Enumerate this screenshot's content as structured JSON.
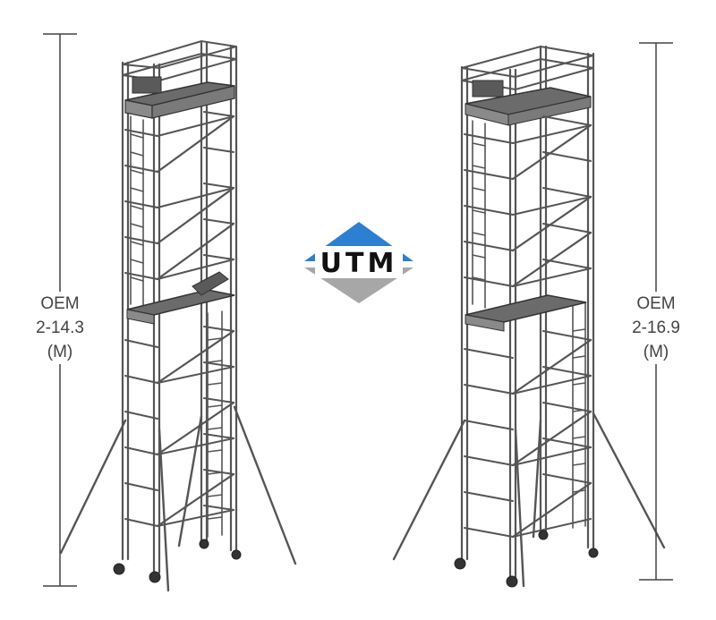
{
  "logo": {
    "text": "UTM",
    "colors": {
      "top": "#2d7fd2",
      "bottom": "#a7a7a7",
      "text": "#111111"
    }
  },
  "left_tower": {
    "label_line1": "OEM",
    "label_line2": "2-14.3",
    "label_line3": "(M)"
  },
  "right_tower": {
    "label_line1": "OEM",
    "label_line2": "2-16.9",
    "label_line3": "(M)"
  },
  "colors": {
    "frame": "#555555",
    "deck": "#6b6b6b",
    "dimension": "#444444"
  }
}
